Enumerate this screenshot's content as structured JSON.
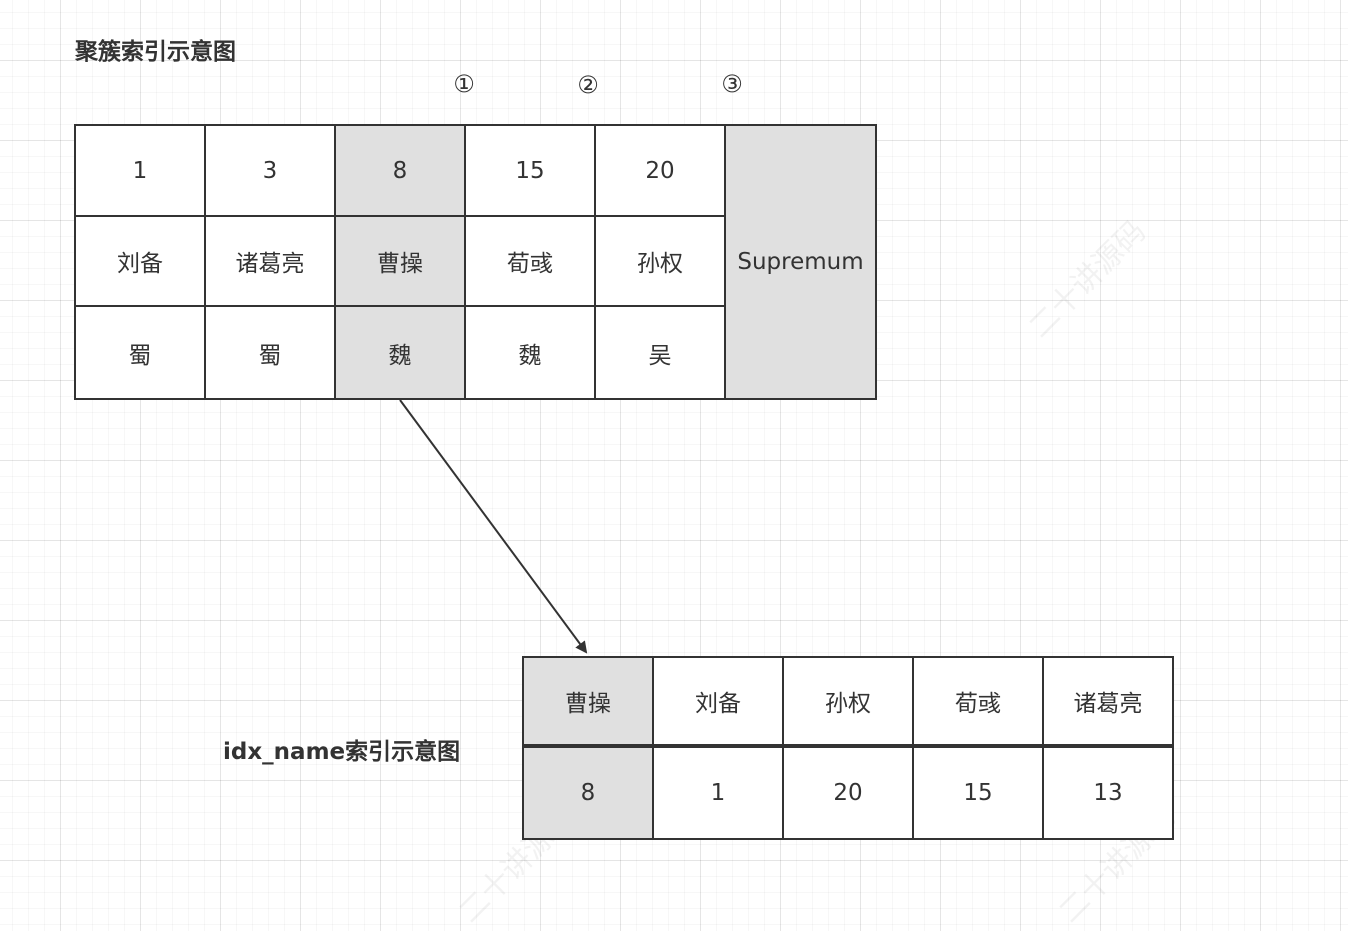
{
  "clustered_index": {
    "title": "聚簇索引示意图",
    "markers": [
      "①",
      "②",
      "③"
    ],
    "ids": [
      "1",
      "3",
      "8",
      "15",
      "20"
    ],
    "names": [
      "刘备",
      "诸葛亮",
      "曹操",
      "荀彧",
      "孙权"
    ],
    "kingdoms": [
      "蜀",
      "蜀",
      "魏",
      "魏",
      "吴"
    ],
    "supremum": "Supremum"
  },
  "secondary_index": {
    "title": "idx_name索引示意图",
    "names": [
      "曹操",
      "刘备",
      "孙权",
      "荀彧",
      "诸葛亮"
    ],
    "ids": [
      "8",
      "1",
      "20",
      "15",
      "13"
    ]
  },
  "watermark": "二十讲源码",
  "colors": {
    "highlight": "#e0e0e0",
    "border": "#333333",
    "text": "#333333"
  }
}
